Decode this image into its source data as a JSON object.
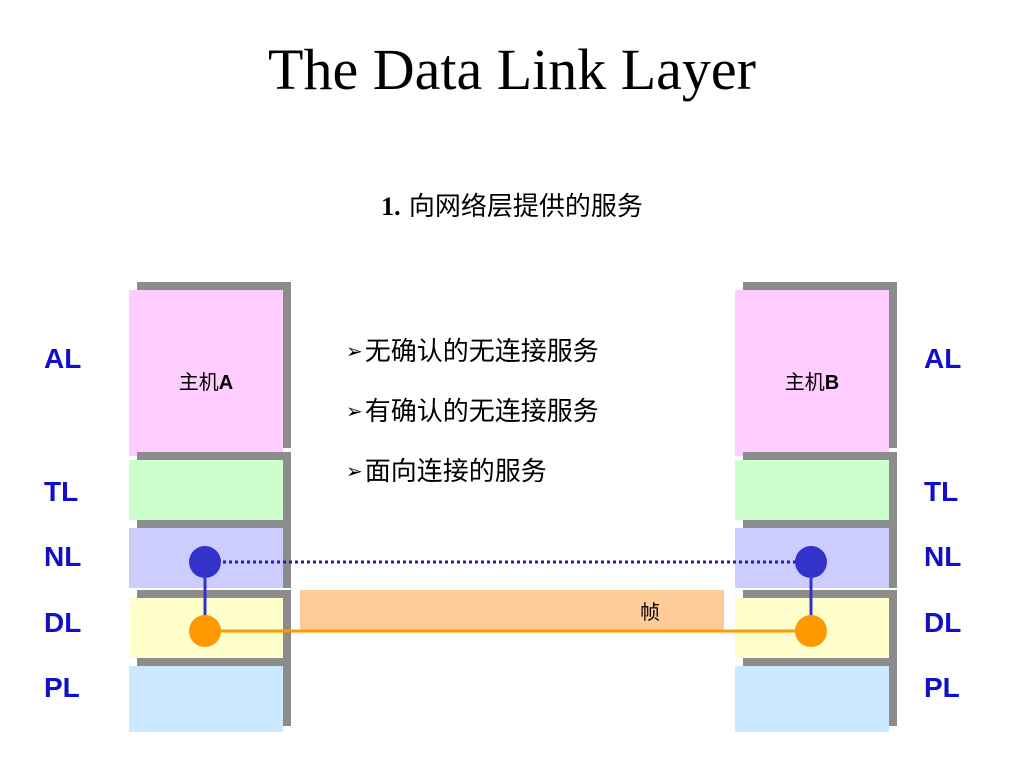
{
  "title": "The Data Link Layer",
  "subtitle": {
    "number": "1.",
    "text": " 向网络层提供的服务"
  },
  "services": [
    "无确认的无连接服务",
    "有确认的无连接服务",
    "面向连接的服务"
  ],
  "bullet_glyph": "➢",
  "layers": [
    "AL",
    "TL",
    "NL",
    "DL",
    "PL"
  ],
  "host_a": {
    "prefix": "主机",
    "letter": "A"
  },
  "host_b": {
    "prefix": "主机",
    "letter": "B"
  },
  "frame_label": "帧",
  "colors": {
    "AL": "#ffccff",
    "TL": "#ccffcc",
    "NL": "#ccccff",
    "DL": "#ffffcc",
    "PL": "#cce8ff",
    "shadow": "#8c8c8c",
    "label": "#1010cc",
    "nl_node": "#3333cc",
    "dl_node": "#ff9900",
    "frame_bar": "#ffcc99"
  }
}
